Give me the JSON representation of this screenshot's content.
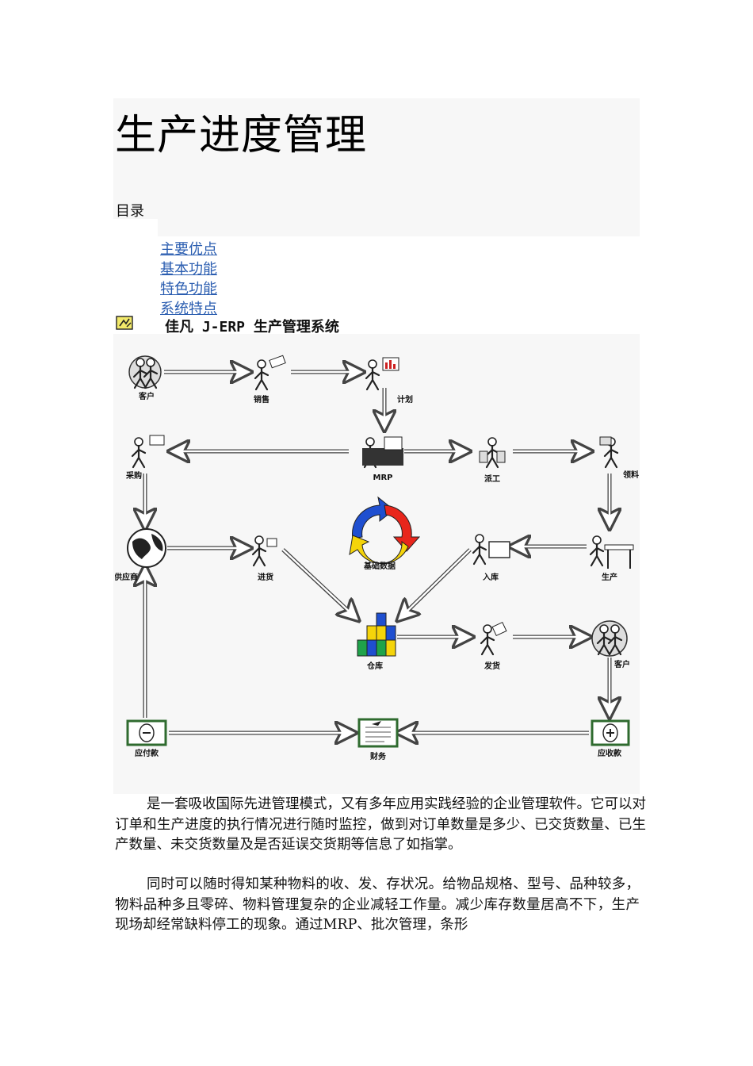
{
  "title": "生产进度管理",
  "toc": {
    "label": "目录",
    "items": [
      "主要优点",
      "基本功能",
      "特色功能",
      "系统特点"
    ]
  },
  "system_title": "佳凡 J-ERP 生产管理系统",
  "diagram": {
    "nodes": {
      "customer1": "客户",
      "sales": "销售",
      "plan": "计划",
      "purchase": "采购",
      "mrp": "MRP",
      "dispatch": "派工",
      "picking": "领料",
      "supplier": "供应商",
      "receiving": "进货",
      "base_data": "基础数据",
      "stock_in": "入库",
      "production": "生产",
      "warehouse": "仓库",
      "shipping": "发货",
      "customer2": "客户",
      "payable": "应付款",
      "finance": "财务",
      "receivable": "应收款"
    },
    "colors": {
      "arrow_fill": "#ffffff",
      "arrow_stroke": "#444444",
      "box_green": "#2f6b2f",
      "cycle_red": "#e8261c",
      "cycle_blue": "#1f4fd0",
      "cycle_yellow": "#f5d40a",
      "cube_green": "#1fa34a",
      "cube_blue": "#1f4fd0",
      "cube_yellow": "#f5d40a"
    }
  },
  "paragraphs": [
    "是一套吸收国际先进管理模式，又有多年应用实践经验的企业管理软件。它可以对订单和生产进度的执行情况进行随时监控，做到对订单数量是多少、已交货数量、已生产数量、未交货数量及是否延误交货期等信息了如指掌。",
    "同时可以随时得知某种物料的收、发、存状况。给物品规格、型号、品种较多，物料品种多且零碎、物料管理复杂的企业减轻工作量。减少库存数量居高不下，生产现场却经常缺料停工的现象。通过MRP、批次管理，条形"
  ]
}
